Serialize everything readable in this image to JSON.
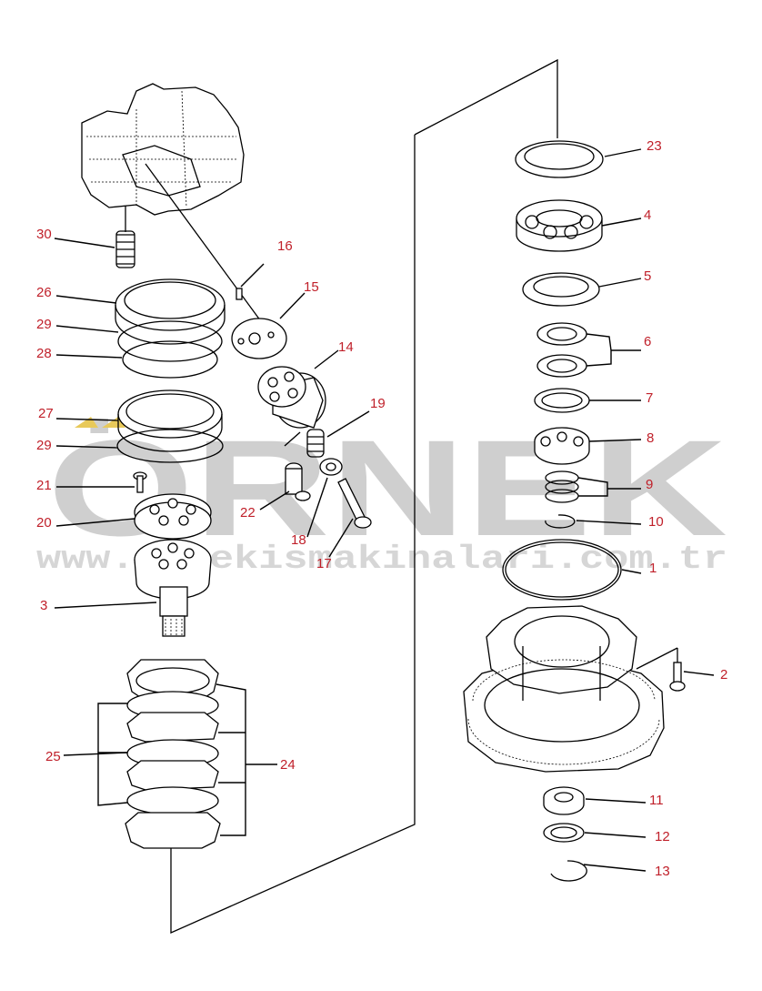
{
  "watermark": {
    "logo_text": "ÖRNEK",
    "url_text": "www.ornekismakinalari.com.tr"
  },
  "colors": {
    "label": "#c0202a",
    "line": "#000000",
    "watermark": "#cfcfcf",
    "watermark_accent": "#e8c95a"
  },
  "labels": {
    "p1": "1",
    "p2": "2",
    "p3": "3",
    "p4": "4",
    "p5": "5",
    "p6": "6",
    "p7": "7",
    "p8": "8",
    "p9": "9",
    "p10": "10",
    "p11": "11",
    "p12": "12",
    "p13": "13",
    "p14": "14",
    "p15": "15",
    "p16": "16",
    "p17": "17",
    "p18": "18",
    "p19": "19",
    "p20": "20",
    "p21": "21",
    "p22": "22",
    "p23": "23",
    "p24": "24",
    "p25": "25",
    "p26": "26",
    "p27": "27",
    "p28": "28",
    "p29a": "29",
    "p29b": "29",
    "p30": "30"
  }
}
